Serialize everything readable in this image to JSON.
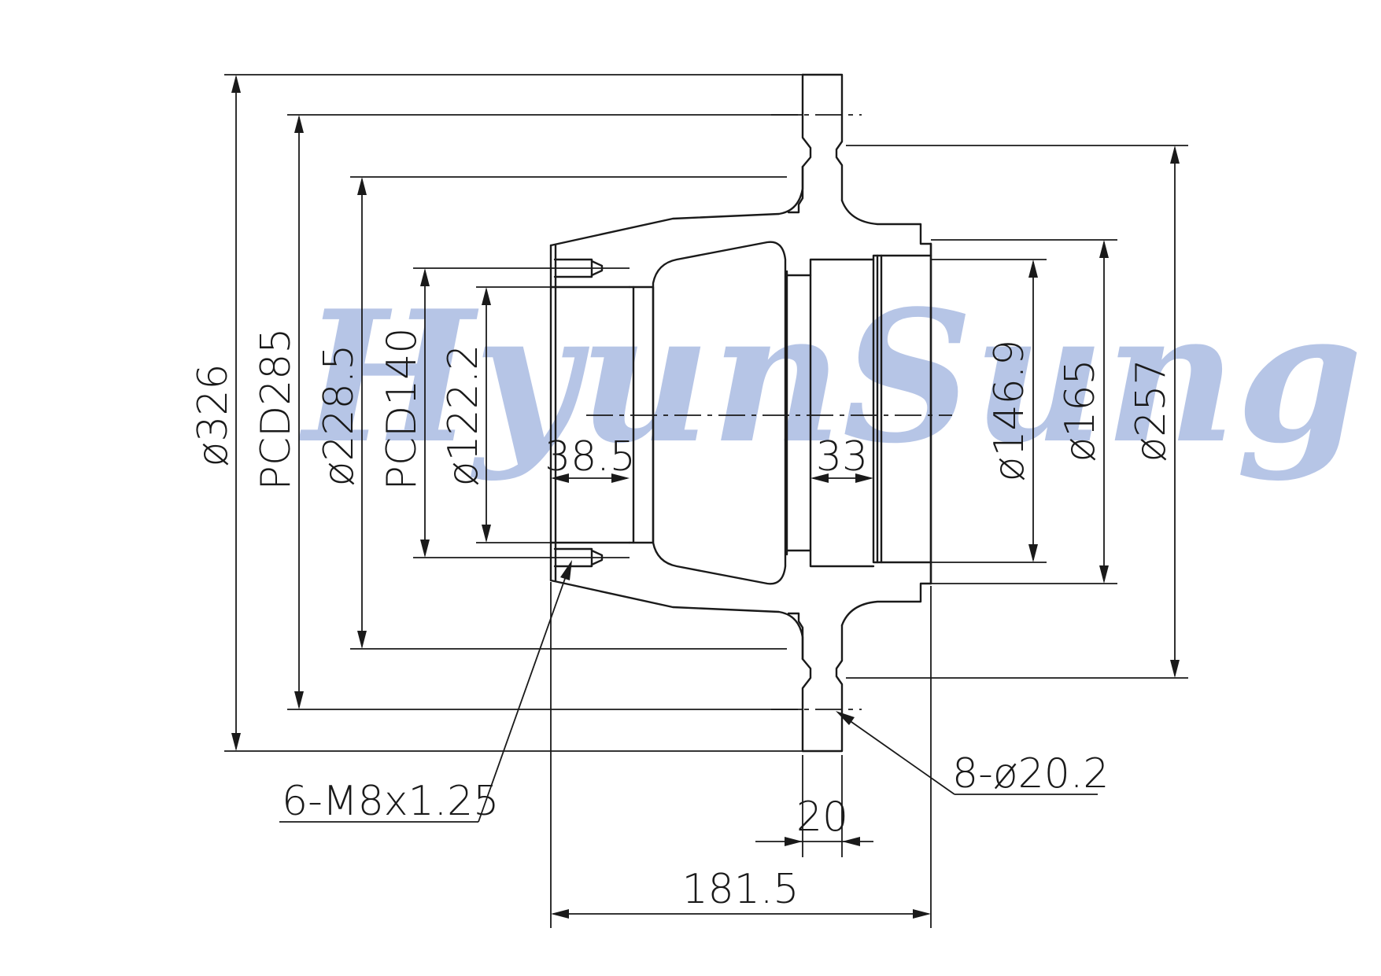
{
  "watermark": "HyunSung",
  "dimensions": {
    "d326": "ø326",
    "pcd285": "PCD285",
    "d228_5": "ø228.5",
    "pcd140": "PCD140",
    "d122_2": "ø122.2",
    "len38_5": "38.5",
    "len33": "33",
    "d146_9": "ø146.9",
    "d165": "ø165",
    "d257": "ø257",
    "thread": "6-M8x1.25",
    "holes": "8-ø20.2",
    "len20": "20",
    "len181_5": "181.5"
  }
}
